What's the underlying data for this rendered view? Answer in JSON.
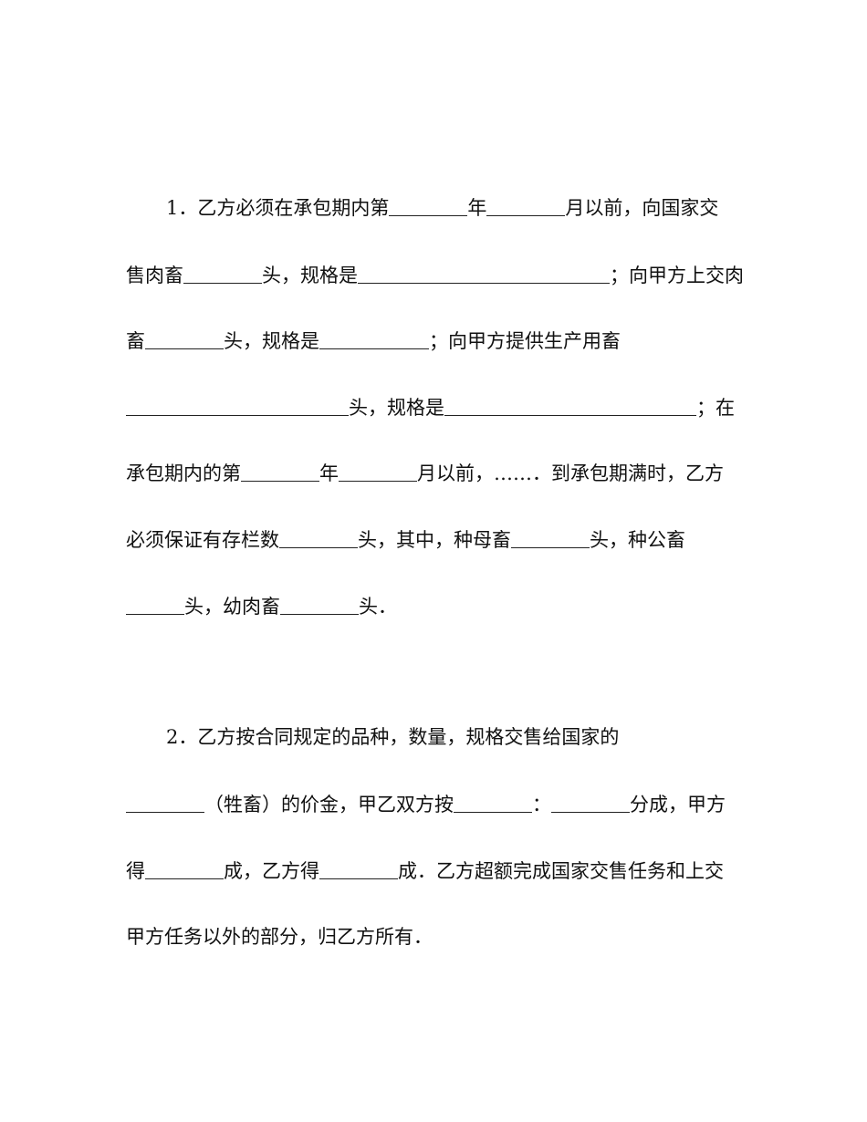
{
  "document": {
    "clause1": {
      "line1": {
        "a": "1．乙方必须在承包期内第",
        "b": "年",
        "c": "月以前，向国家交"
      },
      "line2": {
        "a": "售肉畜",
        "b": "头，规格是",
        "c": "；向甲方上交肉"
      },
      "line3": {
        "a": "畜",
        "b": "头，规格是",
        "c": "；向甲方提供生产用畜"
      },
      "line4": {
        "b": "头，规格是",
        "c": "；在"
      },
      "line5": {
        "a": "承包期内的第",
        "b": "年",
        "c": "月以前，……．到承包期满时，乙方"
      },
      "line6": {
        "a": "必须保证有存栏数",
        "b": "头，其中，种母畜",
        "c": "头，种公畜"
      },
      "line7": {
        "b": "头，幼肉畜",
        "c": "头．"
      }
    },
    "clause2": {
      "line1": {
        "a": "2．乙方按合同规定的品种，数量，规格交售给国家的"
      },
      "line2": {
        "b": "（牲畜）的价金，甲乙双方按",
        "c": "：",
        "d": "分成，甲方"
      },
      "line3": {
        "a": "得",
        "b": "成，乙方得",
        "c": "成．乙方超额完成国家交售任务和上交"
      },
      "line4": {
        "a": "甲方任务以外的部分，归乙方所有．"
      }
    }
  }
}
